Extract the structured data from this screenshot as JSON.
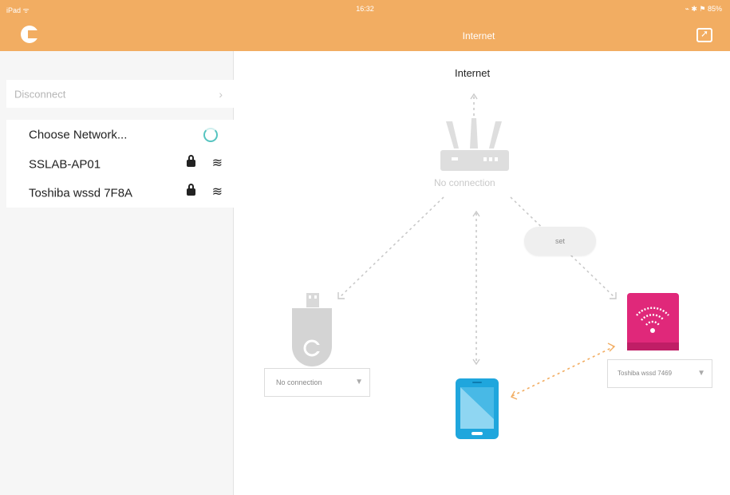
{
  "status_bar": {
    "carrier": "iPad ᯤ",
    "time": "16:32",
    "battery": "⌁ ✱ ⚑ 85%"
  },
  "header": {
    "title": "Internet"
  },
  "sidebar": {
    "disconnect_label": "Disconnect",
    "choose_label": "Choose Network...",
    "networks": [
      {
        "name": "SSLAB-AP01",
        "locked": true
      },
      {
        "name": "Toshiba wssd 7F8A",
        "locked": true
      }
    ]
  },
  "diagram": {
    "internet_label": "Internet",
    "router_status": "No connection",
    "set_button": "set",
    "chromecast_dropdown": "No connection",
    "storage_dropdown": "Toshiba wssd 7469"
  },
  "colors": {
    "accent": "#f2ad62",
    "storage": "#e0287a",
    "phone": "#1fa6dd",
    "spinner": "#56c4c0"
  }
}
